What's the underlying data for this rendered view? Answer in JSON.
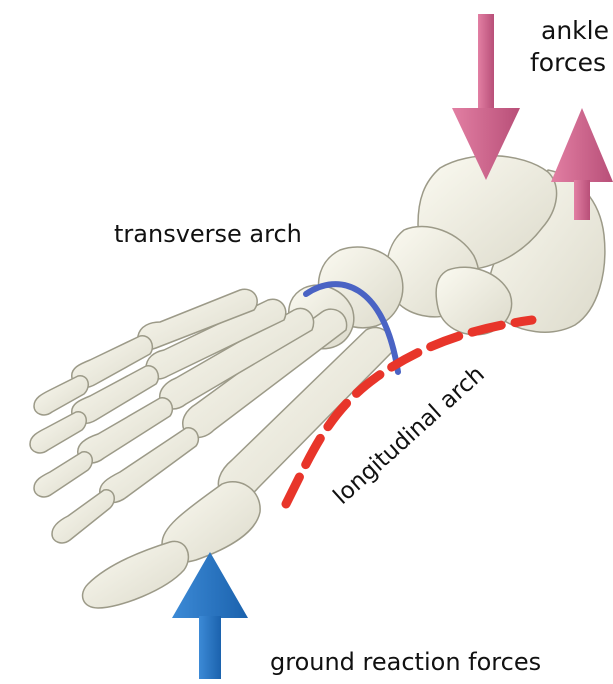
{
  "labels": {
    "ankle_forces_line1": "ankle",
    "ankle_forces_line2": "forces",
    "transverse_arch": "transverse arch",
    "longitudinal_arch": "longitudinal arch",
    "ground_reaction_forces": "ground reaction forces"
  },
  "colors": {
    "ankle_arrow": "#d0638a",
    "ground_arrow": "#2a78c6",
    "transverse_arch_curve": "#4a63c4",
    "longitudinal_arch_curve": "#e8352a",
    "bone_fill": "#efeee2",
    "bone_outline": "#9c9a88",
    "text": "#111111"
  }
}
